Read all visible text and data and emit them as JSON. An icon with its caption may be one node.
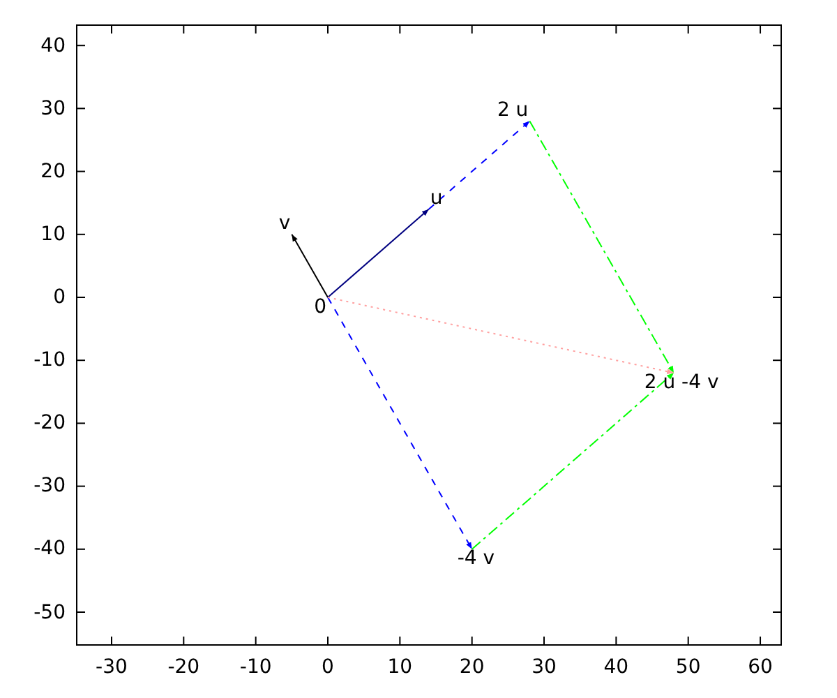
{
  "diagram": {
    "nodes": [
      {
        "text": [
          "2 u"
        ]
      },
      {
        "text": [
          "u"
        ]
      },
      {
        "text": [
          "v"
        ]
      },
      {
        "text": [
          "0"
        ]
      },
      {
        "text": [
          "2 u -4 v"
        ]
      },
      {
        "text": [
          "-4 v"
        ]
      }
    ],
    "edges": [
      {
        "from": 3,
        "to": 1,
        "arrow": "to",
        "color": "#000080"
      },
      {
        "from": 3,
        "to": 2,
        "arrow": "to",
        "color": "#000000"
      },
      {
        "from": 1,
        "to": 0,
        "arrow": "to",
        "style": "dashed",
        "color": "#0000ff"
      },
      {
        "from": 3,
        "to": 5,
        "arrow": "to",
        "style": "dashed",
        "color": "#0000ff"
      },
      {
        "from": 0,
        "to": 4,
        "arrow": "to",
        "style": "dashed",
        "color": "#00ff00"
      },
      {
        "from": 5,
        "to": 4,
        "arrow": "to",
        "style": "dashed",
        "color": "#00ff00"
      },
      {
        "from": 3,
        "to": 4,
        "arrow": "to",
        "style": "dashed",
        "color": "#ffa0a0"
      }
    ],
    "labels": [
      "40",
      "30",
      "20",
      "10",
      "0",
      "-10",
      "-20",
      "-30",
      "-40",
      "-50",
      "-30",
      "-20",
      "-10",
      "0",
      "10",
      "20",
      "30",
      "40",
      "50",
      "60"
    ]
  }
}
